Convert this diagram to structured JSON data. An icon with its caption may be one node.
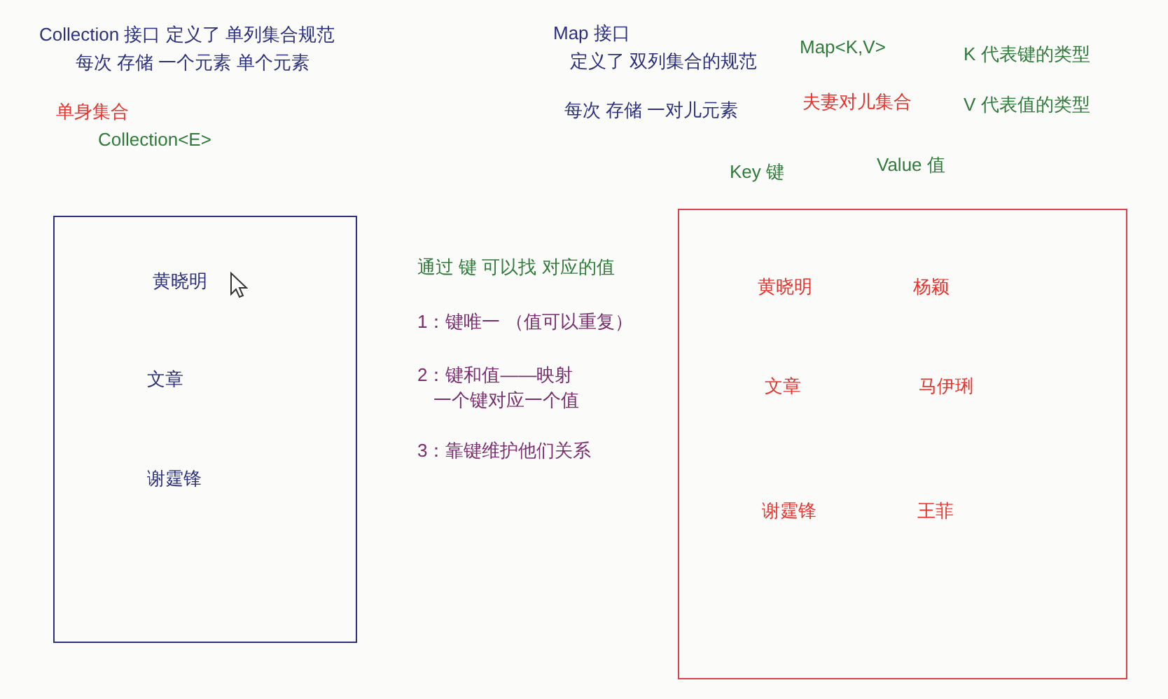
{
  "diagram": {
    "nodes": [
      {
        "text": [
          "黄晓明",
          "文章",
          "谢霆锋"
        ]
      },
      {
        "text": [
          "黄晓明",
          "杨颖",
          "文章",
          "马伊琍",
          "谢霆锋",
          "王菲"
        ]
      }
    ],
    "labels": [
      "Collection 接口 定义了 单列集合规范",
      "每次 存储 一个元素 单个元素",
      "单身集合",
      "Collection<E>",
      "Map 接口",
      "定义了 双列集合的规范",
      "Map<K,V>",
      "K 代表键的类型",
      "每次 存储 一对儿元素",
      "夫妻对儿集合",
      "V 代表值的类型",
      "Key 键",
      "Value 值",
      "通过 键 可以找 对应的值",
      "1：键唯一 （值可以重复）",
      "2：键和值——映射一个键对应一个值",
      "3：靠键维护他们关系"
    ]
  }
}
